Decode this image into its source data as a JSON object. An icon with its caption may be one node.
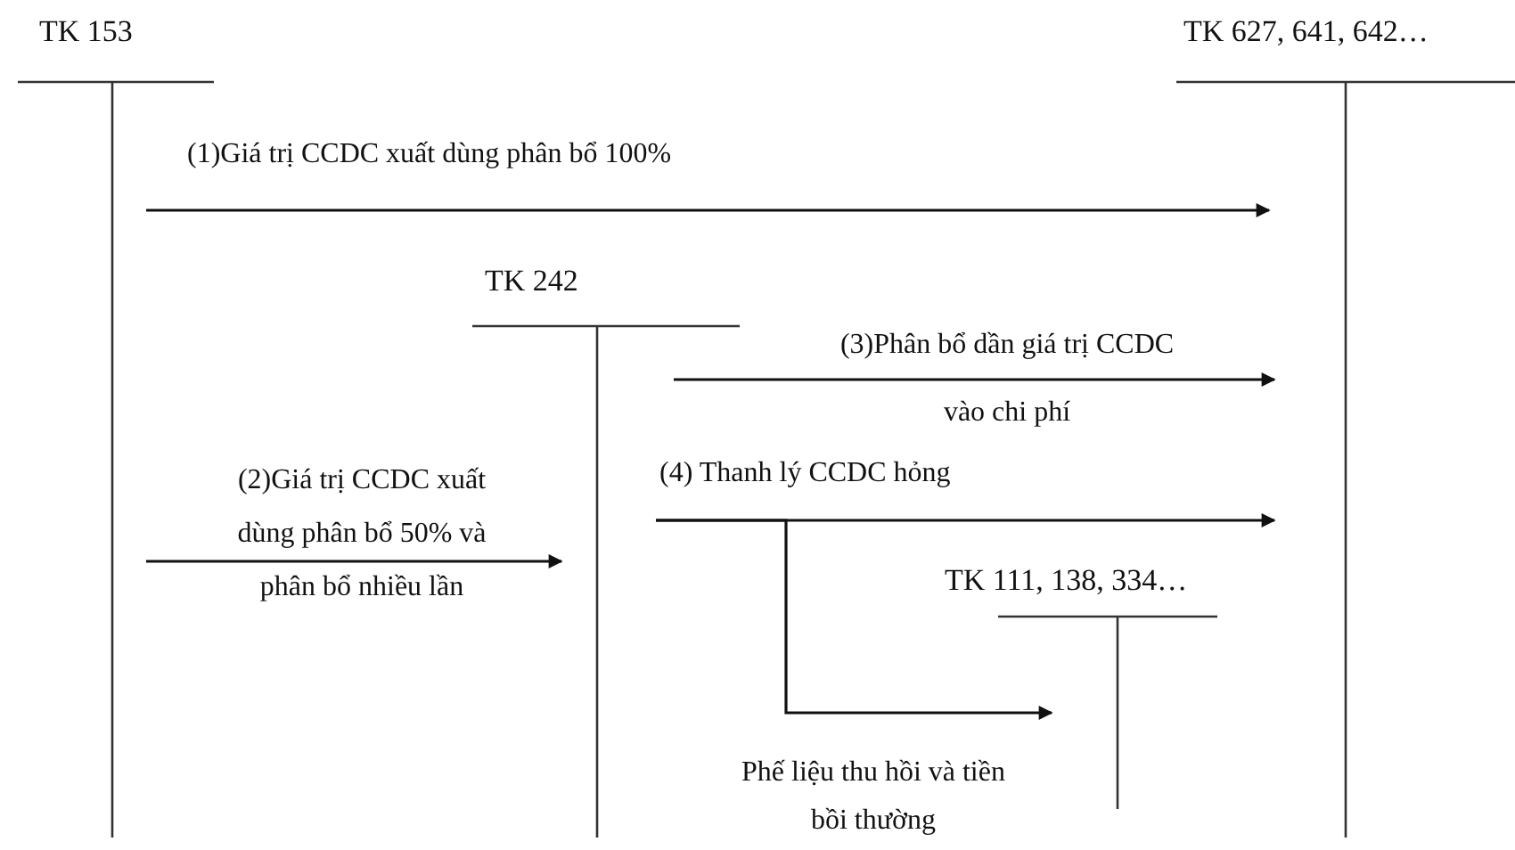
{
  "diagram": {
    "nodes": [
      {
        "text": [
          "TK 153"
        ]
      },
      {
        "text": [
          "TK 627, 641, 642…"
        ]
      },
      {
        "text": [
          "TK 242"
        ]
      },
      {
        "text": [
          "TK 111, 138, 334…"
        ]
      }
    ],
    "edges": [
      {
        "from": 0,
        "to": 1,
        "arrow": "to",
        "label": "(1)Giá trị CCDC xuất dùng phân bổ 100%"
      },
      {
        "from": 0,
        "to": 2,
        "arrow": "to",
        "label": "(2)Giá trị CCDC xuất dùng phân bổ 50% và phân bổ nhiều lần"
      },
      {
        "from": 2,
        "to": 1,
        "arrow": "to",
        "label": "(3)Phân bổ dần giá trị CCDC vào chi phí"
      },
      {
        "from": 2,
        "to": 1,
        "arrow": "to",
        "label": "(4) Thanh lý CCDC hỏng"
      },
      {
        "from": 2,
        "to": 3,
        "arrow": "to",
        "label": "Phế liệu thu hồi và tiền bồi thường"
      }
    ]
  }
}
